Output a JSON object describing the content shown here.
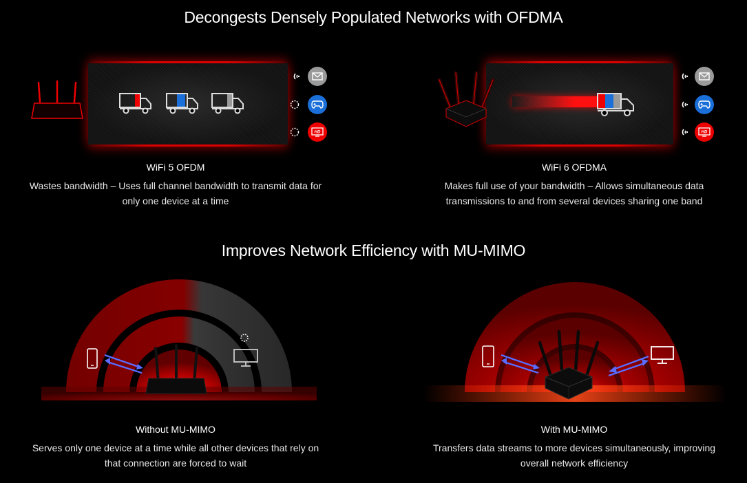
{
  "ofdma": {
    "heading": "Decongests Densely Populated Networks with OFDMA",
    "left": {
      "title": "WiFi 5 OFDM",
      "desc_line1": "Wastes bandwidth – Uses full channel bandwidth to transmit data for",
      "desc_line2": "only one device at a time"
    },
    "right": {
      "title": "WiFi 6 OFDMA",
      "desc_line1": "Makes full use of your bandwidth – Allows simultaneous data",
      "desc_line2": "transmissions to and from several devices sharing one band"
    }
  },
  "mumimo": {
    "heading": "Improves Network Efficiency with MU-MIMO",
    "left": {
      "title": "Without MU-MIMO",
      "desc_line1": "Serves only one device at a time while all other devices that rely on",
      "desc_line2": "that connection are forced to wait"
    },
    "right": {
      "title": "With MU-MIMO",
      "desc_line1": "Transfers data streams to more devices simultaneously, improving",
      "desc_line2": "overall network efficiency"
    }
  },
  "icons": {
    "hd_label": "HD"
  },
  "colors": {
    "accent_red": "#e00000",
    "device_blue": "#1a6fd8",
    "device_gray": "#9a9a9a"
  }
}
